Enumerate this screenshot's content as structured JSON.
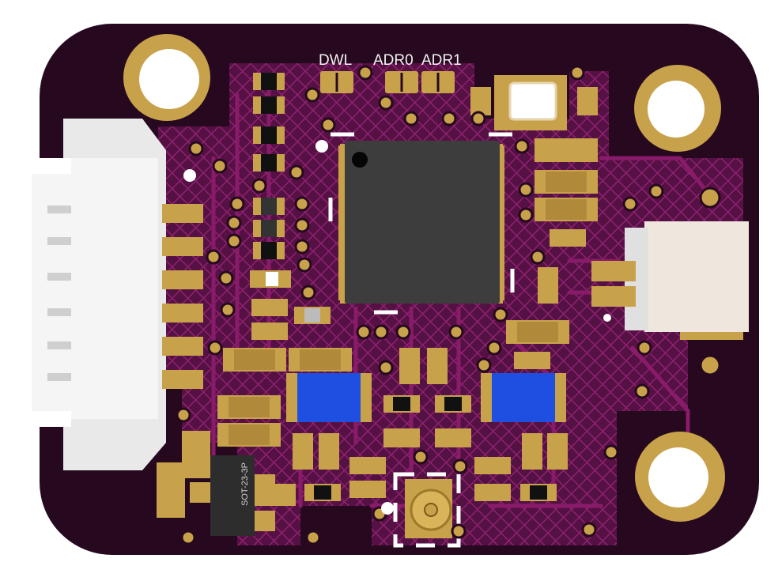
{
  "board": {
    "silkscreen": {
      "dwl": "DWL",
      "adr0": "ADR0",
      "adr1": "ADR1",
      "regulator": "SOT-23-3P"
    },
    "colors": {
      "substrate": "#26091f",
      "copper_trace": "#8a1b6a",
      "pad_gold": "#c8a24a",
      "connector_white": "#f0f0f0",
      "inductor_blue": "#1f4fe0",
      "ic_body": "#3d3d3d"
    }
  }
}
